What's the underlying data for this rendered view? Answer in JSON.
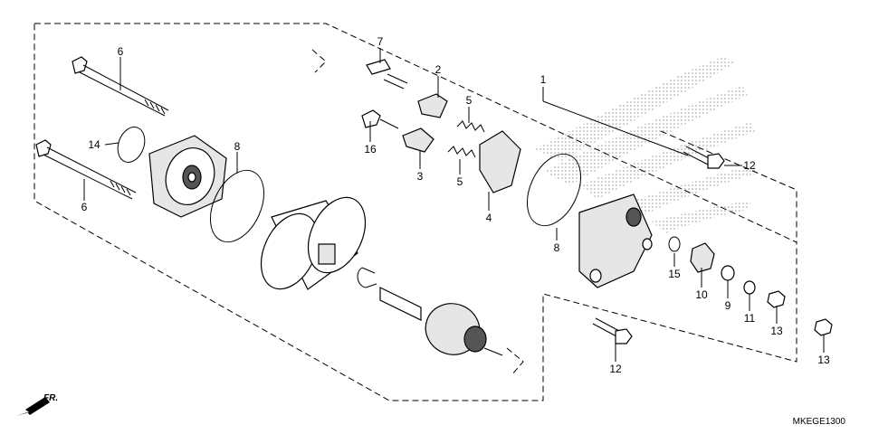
{
  "diagram": {
    "diagram_code": "MKEGE1300",
    "front_indicator": "FR.",
    "callouts": [
      {
        "id": "c1",
        "label": "1"
      },
      {
        "id": "c2",
        "label": "2"
      },
      {
        "id": "c3",
        "label": "3"
      },
      {
        "id": "c4",
        "label": "4"
      },
      {
        "id": "c5a",
        "label": "5"
      },
      {
        "id": "c5b",
        "label": "5"
      },
      {
        "id": "c6a",
        "label": "6"
      },
      {
        "id": "c6b",
        "label": "6"
      },
      {
        "id": "c7",
        "label": "7"
      },
      {
        "id": "c8a",
        "label": "8"
      },
      {
        "id": "c8b",
        "label": "8"
      },
      {
        "id": "c9",
        "label": "9"
      },
      {
        "id": "c10",
        "label": "10"
      },
      {
        "id": "c11",
        "label": "11"
      },
      {
        "id": "c12a",
        "label": "12"
      },
      {
        "id": "c12b",
        "label": "12"
      },
      {
        "id": "c13a",
        "label": "13"
      },
      {
        "id": "c13b",
        "label": "13"
      },
      {
        "id": "c14",
        "label": "14"
      },
      {
        "id": "c15",
        "label": "15"
      },
      {
        "id": "c16",
        "label": "16"
      }
    ]
  }
}
